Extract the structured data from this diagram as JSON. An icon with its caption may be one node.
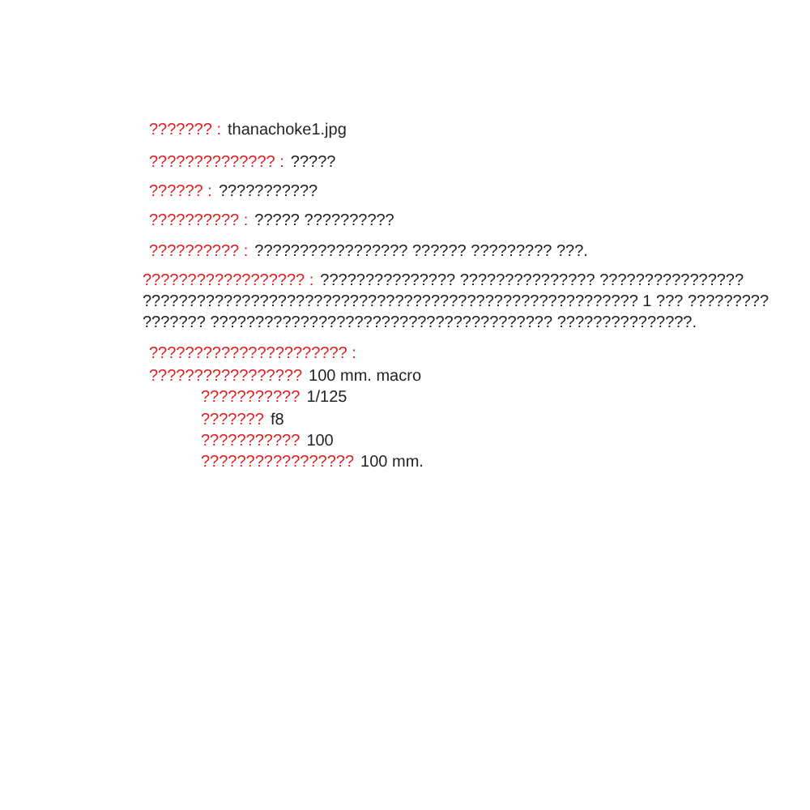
{
  "diagram": {
    "labels": [
      "??????? :",
      "thanachoke1.jpg",
      "?????????????? :",
      "?????",
      "?????? :",
      "???????????",
      "?????????? :",
      "????? ??????????",
      "?????????? :",
      "????????????????? ?????? ????????? ???.",
      "?????????????????? :",
      "??????????????? ??????????????? ???????????????? ??????????????????????????????????????????????????????? 1 ??? ????????? ??????? ?????????????????????????????????????? ???????????????.",
      "?????????????????????? :",
      "?????????????????",
      "100 mm. macro",
      "???????????",
      "1/125",
      "???????",
      "f8",
      "???????????",
      "100",
      "?????????????????",
      "100 mm."
    ]
  }
}
